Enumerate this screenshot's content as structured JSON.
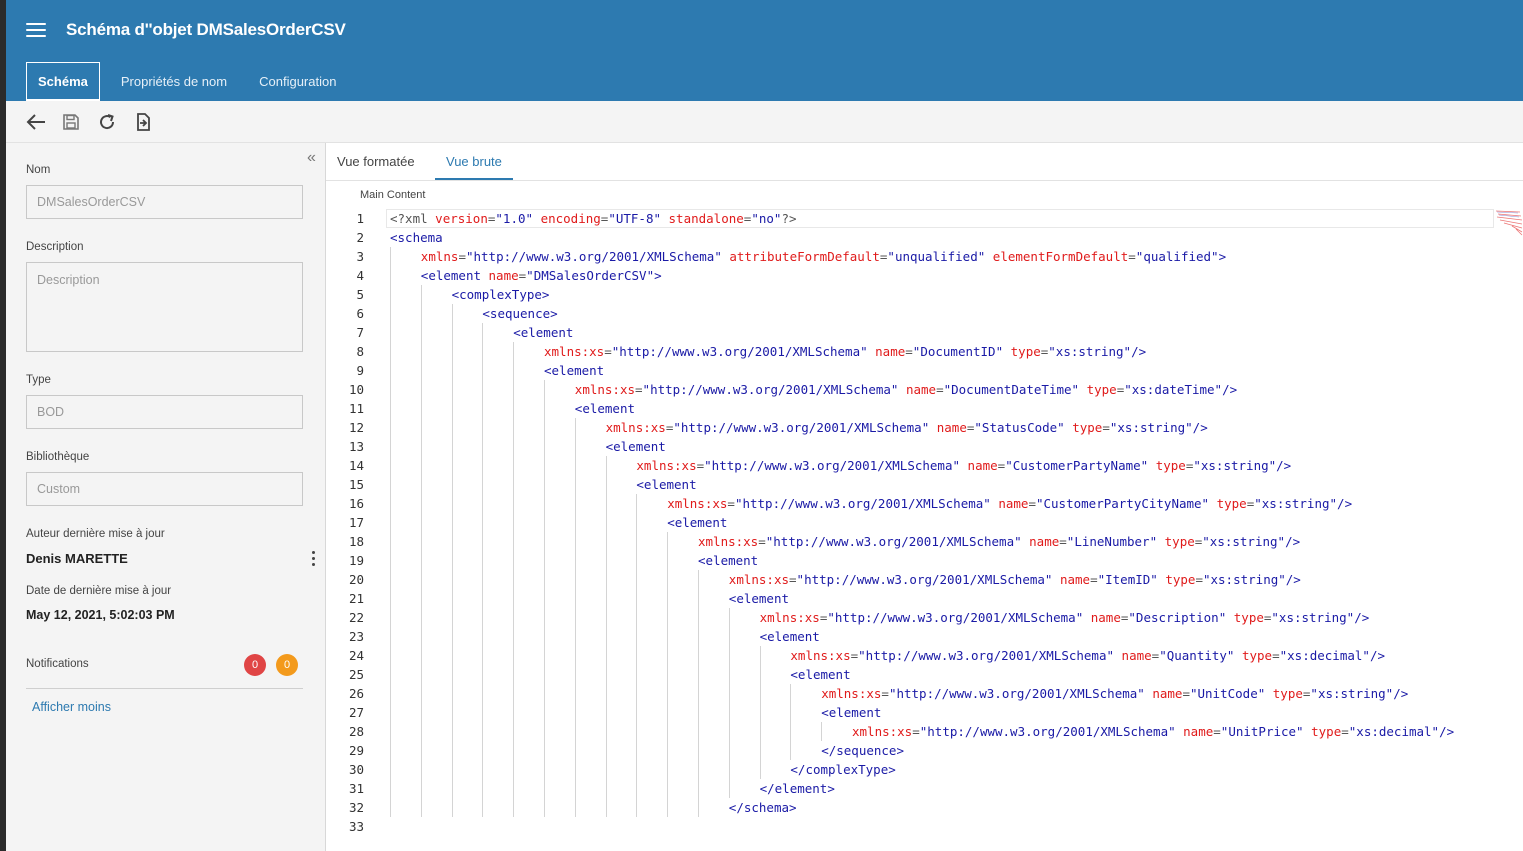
{
  "app": {
    "title": "Schéma d''objet DMSalesOrderCSV",
    "tabs": [
      "Schéma",
      "Propriétés de nom",
      "Configuration"
    ]
  },
  "toolbar": {
    "icons": [
      "back-arrow-icon",
      "save-icon",
      "refresh-icon",
      "export-icon"
    ]
  },
  "sidebar": {
    "nom_label": "Nom",
    "nom_value": "DMSalesOrderCSV",
    "description_label": "Description",
    "description_placeholder": "Description",
    "type_label": "Type",
    "type_value": "BOD",
    "bibliotheque_label": "Bibliothèque",
    "bibliotheque_value": "Custom",
    "auteur_label": "Auteur dernière mise à jour",
    "auteur_value": "Denis MARETTE",
    "date_label": "Date de dernière mise à jour",
    "date_value": "May 12, 2021, 5:02:03 PM",
    "notifications_label": "Notifications",
    "notif_red": "0",
    "notif_orange": "0",
    "show_less": "Afficher moins"
  },
  "content": {
    "tabs": [
      "Vue formatée",
      "Vue brute"
    ],
    "active_tab": "Vue brute",
    "main_content_label": "Main Content"
  },
  "colors": {
    "header": "#2d7ab0",
    "tag": "#1a1aa6",
    "attribute": "#e01b1b",
    "badge_red": "#e04545",
    "badge_orange": "#f39a1c"
  },
  "editor": {
    "lines": [
      {
        "n": "1",
        "indent": 0,
        "segs": [
          [
            "p",
            "<"
          ],
          [
            "p",
            "?xml "
          ],
          [
            "a",
            "version"
          ],
          [
            "p",
            "="
          ],
          [
            "s",
            "\"1.0\""
          ],
          [
            "p",
            " "
          ],
          [
            "a",
            "encoding"
          ],
          [
            "p",
            "="
          ],
          [
            "s",
            "\"UTF-8\""
          ],
          [
            "p",
            " "
          ],
          [
            "a",
            "standalone"
          ],
          [
            "p",
            "="
          ],
          [
            "s",
            "\"no\""
          ],
          [
            "p",
            "?>"
          ]
        ]
      },
      {
        "n": "2",
        "indent": 0,
        "segs": [
          [
            "t",
            "<schema"
          ]
        ]
      },
      {
        "n": "3",
        "indent": 1,
        "segs": [
          [
            "a",
            "xmlns"
          ],
          [
            "p",
            "="
          ],
          [
            "s",
            "\"http://www.w3.org/2001/XMLSchema\""
          ],
          [
            "p",
            " "
          ],
          [
            "a",
            "attributeFormDefault"
          ],
          [
            "p",
            "="
          ],
          [
            "s",
            "\"unqualified\""
          ],
          [
            "p",
            " "
          ],
          [
            "a",
            "elementFormDefault"
          ],
          [
            "p",
            "="
          ],
          [
            "s",
            "\"qualified\""
          ],
          [
            "t",
            ">"
          ]
        ]
      },
      {
        "n": "4",
        "indent": 1,
        "segs": [
          [
            "t",
            "<element "
          ],
          [
            "a",
            "name"
          ],
          [
            "p",
            "="
          ],
          [
            "s",
            "\"DMSalesOrderCSV\""
          ],
          [
            "t",
            ">"
          ]
        ]
      },
      {
        "n": "5",
        "indent": 2,
        "segs": [
          [
            "t",
            "<complexType>"
          ]
        ]
      },
      {
        "n": "6",
        "indent": 3,
        "segs": [
          [
            "t",
            "<sequence>"
          ]
        ]
      },
      {
        "n": "7",
        "indent": 4,
        "segs": [
          [
            "t",
            "<element"
          ]
        ]
      },
      {
        "n": "8",
        "indent": 5,
        "segs": [
          [
            "a",
            "xmlns:xs"
          ],
          [
            "p",
            "="
          ],
          [
            "s",
            "\"http://www.w3.org/2001/XMLSchema\""
          ],
          [
            "p",
            " "
          ],
          [
            "a",
            "name"
          ],
          [
            "p",
            "="
          ],
          [
            "s",
            "\"DocumentID\""
          ],
          [
            "p",
            " "
          ],
          [
            "a",
            "type"
          ],
          [
            "p",
            "="
          ],
          [
            "s",
            "\"xs:string\""
          ],
          [
            "t",
            "/>"
          ]
        ]
      },
      {
        "n": "9",
        "indent": 5,
        "segs": [
          [
            "t",
            "<element"
          ]
        ]
      },
      {
        "n": "10",
        "indent": 6,
        "segs": [
          [
            "a",
            "xmlns:xs"
          ],
          [
            "p",
            "="
          ],
          [
            "s",
            "\"http://www.w3.org/2001/XMLSchema\""
          ],
          [
            "p",
            " "
          ],
          [
            "a",
            "name"
          ],
          [
            "p",
            "="
          ],
          [
            "s",
            "\"DocumentDateTime\""
          ],
          [
            "p",
            " "
          ],
          [
            "a",
            "type"
          ],
          [
            "p",
            "="
          ],
          [
            "s",
            "\"xs:dateTime\""
          ],
          [
            "t",
            "/>"
          ]
        ]
      },
      {
        "n": "11",
        "indent": 6,
        "segs": [
          [
            "t",
            "<element"
          ]
        ]
      },
      {
        "n": "12",
        "indent": 7,
        "segs": [
          [
            "a",
            "xmlns:xs"
          ],
          [
            "p",
            "="
          ],
          [
            "s",
            "\"http://www.w3.org/2001/XMLSchema\""
          ],
          [
            "p",
            " "
          ],
          [
            "a",
            "name"
          ],
          [
            "p",
            "="
          ],
          [
            "s",
            "\"StatusCode\""
          ],
          [
            "p",
            " "
          ],
          [
            "a",
            "type"
          ],
          [
            "p",
            "="
          ],
          [
            "s",
            "\"xs:string\""
          ],
          [
            "t",
            "/>"
          ]
        ]
      },
      {
        "n": "13",
        "indent": 7,
        "segs": [
          [
            "t",
            "<element"
          ]
        ]
      },
      {
        "n": "14",
        "indent": 8,
        "segs": [
          [
            "a",
            "xmlns:xs"
          ],
          [
            "p",
            "="
          ],
          [
            "s",
            "\"http://www.w3.org/2001/XMLSchema\""
          ],
          [
            "p",
            " "
          ],
          [
            "a",
            "name"
          ],
          [
            "p",
            "="
          ],
          [
            "s",
            "\"CustomerPartyName\""
          ],
          [
            "p",
            " "
          ],
          [
            "a",
            "type"
          ],
          [
            "p",
            "="
          ],
          [
            "s",
            "\"xs:string\""
          ],
          [
            "t",
            "/>"
          ]
        ]
      },
      {
        "n": "15",
        "indent": 8,
        "segs": [
          [
            "t",
            "<element"
          ]
        ]
      },
      {
        "n": "16",
        "indent": 9,
        "segs": [
          [
            "a",
            "xmlns:xs"
          ],
          [
            "p",
            "="
          ],
          [
            "s",
            "\"http://www.w3.org/2001/XMLSchema\""
          ],
          [
            "p",
            " "
          ],
          [
            "a",
            "name"
          ],
          [
            "p",
            "="
          ],
          [
            "s",
            "\"CustomerPartyCityName\""
          ],
          [
            "p",
            " "
          ],
          [
            "a",
            "type"
          ],
          [
            "p",
            "="
          ],
          [
            "s",
            "\"xs:string\""
          ],
          [
            "t",
            "/>"
          ]
        ]
      },
      {
        "n": "17",
        "indent": 9,
        "segs": [
          [
            "t",
            "<element"
          ]
        ]
      },
      {
        "n": "18",
        "indent": 10,
        "segs": [
          [
            "a",
            "xmlns:xs"
          ],
          [
            "p",
            "="
          ],
          [
            "s",
            "\"http://www.w3.org/2001/XMLSchema\""
          ],
          [
            "p",
            " "
          ],
          [
            "a",
            "name"
          ],
          [
            "p",
            "="
          ],
          [
            "s",
            "\"LineNumber\""
          ],
          [
            "p",
            " "
          ],
          [
            "a",
            "type"
          ],
          [
            "p",
            "="
          ],
          [
            "s",
            "\"xs:string\""
          ],
          [
            "t",
            "/>"
          ]
        ]
      },
      {
        "n": "19",
        "indent": 10,
        "segs": [
          [
            "t",
            "<element"
          ]
        ]
      },
      {
        "n": "20",
        "indent": 11,
        "segs": [
          [
            "a",
            "xmlns:xs"
          ],
          [
            "p",
            "="
          ],
          [
            "s",
            "\"http://www.w3.org/2001/XMLSchema\""
          ],
          [
            "p",
            " "
          ],
          [
            "a",
            "name"
          ],
          [
            "p",
            "="
          ],
          [
            "s",
            "\"ItemID\""
          ],
          [
            "p",
            " "
          ],
          [
            "a",
            "type"
          ],
          [
            "p",
            "="
          ],
          [
            "s",
            "\"xs:string\""
          ],
          [
            "t",
            "/>"
          ]
        ]
      },
      {
        "n": "21",
        "indent": 11,
        "segs": [
          [
            "t",
            "<element"
          ]
        ]
      },
      {
        "n": "22",
        "indent": 12,
        "segs": [
          [
            "a",
            "xmlns:xs"
          ],
          [
            "p",
            "="
          ],
          [
            "s",
            "\"http://www.w3.org/2001/XMLSchema\""
          ],
          [
            "p",
            " "
          ],
          [
            "a",
            "name"
          ],
          [
            "p",
            "="
          ],
          [
            "s",
            "\"Description\""
          ],
          [
            "p",
            " "
          ],
          [
            "a",
            "type"
          ],
          [
            "p",
            "="
          ],
          [
            "s",
            "\"xs:string\""
          ],
          [
            "t",
            "/>"
          ]
        ]
      },
      {
        "n": "23",
        "indent": 12,
        "segs": [
          [
            "t",
            "<element"
          ]
        ]
      },
      {
        "n": "24",
        "indent": 13,
        "segs": [
          [
            "a",
            "xmlns:xs"
          ],
          [
            "p",
            "="
          ],
          [
            "s",
            "\"http://www.w3.org/2001/XMLSchema\""
          ],
          [
            "p",
            " "
          ],
          [
            "a",
            "name"
          ],
          [
            "p",
            "="
          ],
          [
            "s",
            "\"Quantity\""
          ],
          [
            "p",
            " "
          ],
          [
            "a",
            "type"
          ],
          [
            "p",
            "="
          ],
          [
            "s",
            "\"xs:decimal\""
          ],
          [
            "t",
            "/>"
          ]
        ]
      },
      {
        "n": "25",
        "indent": 13,
        "segs": [
          [
            "t",
            "<element"
          ]
        ]
      },
      {
        "n": "26",
        "indent": 14,
        "segs": [
          [
            "a",
            "xmlns:xs"
          ],
          [
            "p",
            "="
          ],
          [
            "s",
            "\"http://www.w3.org/2001/XMLSchema\""
          ],
          [
            "p",
            " "
          ],
          [
            "a",
            "name"
          ],
          [
            "p",
            "="
          ],
          [
            "s",
            "\"UnitCode\""
          ],
          [
            "p",
            " "
          ],
          [
            "a",
            "type"
          ],
          [
            "p",
            "="
          ],
          [
            "s",
            "\"xs:string\""
          ],
          [
            "t",
            "/>"
          ]
        ]
      },
      {
        "n": "27",
        "indent": 14,
        "segs": [
          [
            "t",
            "<element"
          ]
        ]
      },
      {
        "n": "28",
        "indent": 15,
        "segs": [
          [
            "a",
            "xmlns:xs"
          ],
          [
            "p",
            "="
          ],
          [
            "s",
            "\"http://www.w3.org/2001/XMLSchema\""
          ],
          [
            "p",
            " "
          ],
          [
            "a",
            "name"
          ],
          [
            "p",
            "="
          ],
          [
            "s",
            "\"UnitPrice\""
          ],
          [
            "p",
            " "
          ],
          [
            "a",
            "type"
          ],
          [
            "p",
            "="
          ],
          [
            "s",
            "\"xs:decimal\""
          ],
          [
            "t",
            "/>"
          ]
        ]
      },
      {
        "n": "29",
        "indent": 14,
        "segs": [
          [
            "t",
            "</sequence>"
          ]
        ]
      },
      {
        "n": "30",
        "indent": 13,
        "segs": [
          [
            "t",
            "</complexType>"
          ]
        ]
      },
      {
        "n": "31",
        "indent": 12,
        "segs": [
          [
            "t",
            "</element>"
          ]
        ]
      },
      {
        "n": "32",
        "indent": 11,
        "segs": [
          [
            "t",
            "</schema>"
          ]
        ]
      },
      {
        "n": "33",
        "indent": 0,
        "segs": []
      }
    ]
  }
}
